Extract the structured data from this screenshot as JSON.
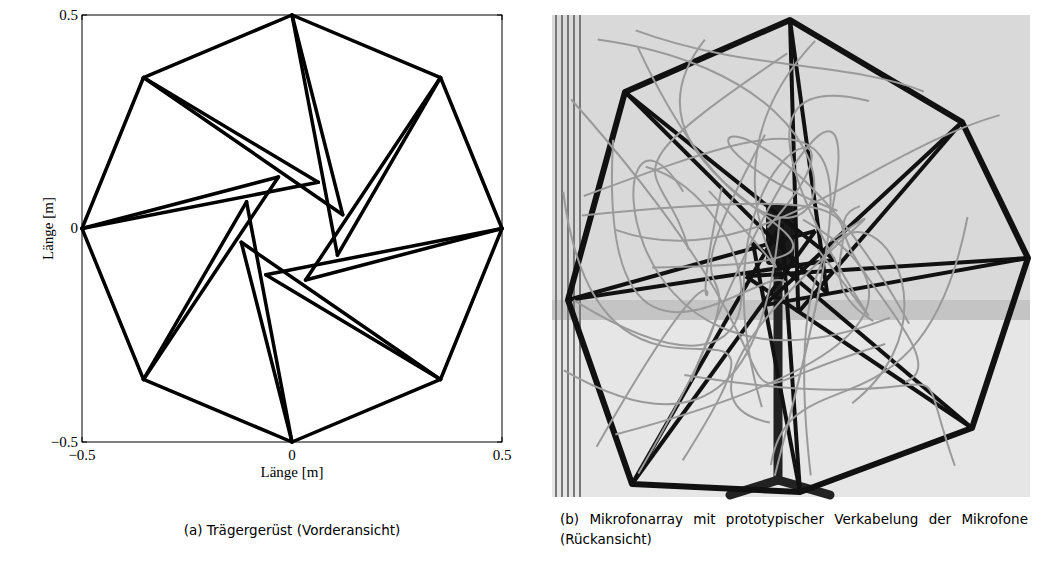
{
  "diagram": {
    "labels": [
      "0.5",
      "0",
      "−0.5",
      "−0.5",
      "0",
      "0.5",
      "Länge [m]",
      "Länge [m]",
      "(a) Trägergerüst (Vorderansicht)",
      "(b) Mikrofonarray mit prototypischer Verkabelung der Mikrofone (Rückansicht)"
    ]
  }
}
